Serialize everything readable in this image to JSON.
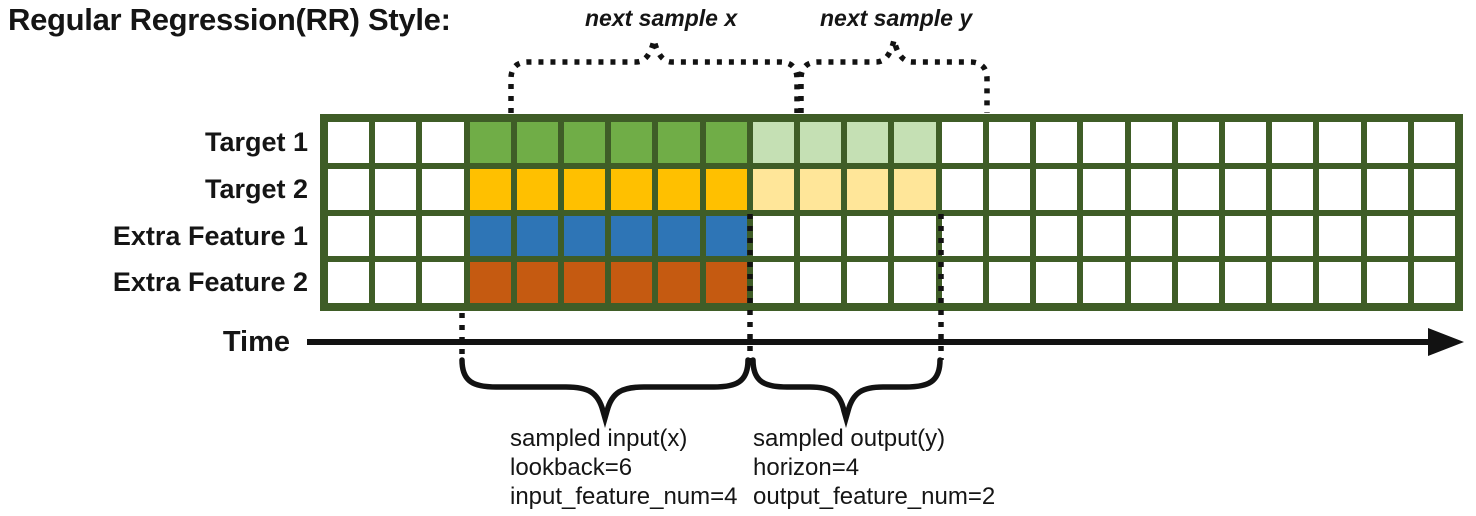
{
  "title": "Regular Regression(RR) Style:",
  "annotations": {
    "next_sample_x": "next sample x",
    "next_sample_y": "next sample y"
  },
  "axis": {
    "time_label": "Time"
  },
  "grid": {
    "columns": 24,
    "segments": {
      "lead_white": 3,
      "input": 6,
      "output": 4,
      "trail_white": 11
    },
    "rows": [
      {
        "label": "Target 1",
        "input_color": "green",
        "output_color": "light_green"
      },
      {
        "label": "Target 2",
        "input_color": "yellow",
        "output_color": "light_yellow"
      },
      {
        "label": "Extra Feature 1",
        "input_color": "blue",
        "output_color": "white"
      },
      {
        "label": "Extra Feature 2",
        "input_color": "orange",
        "output_color": "white"
      }
    ]
  },
  "sample_input": {
    "lines": [
      "sampled input(x)",
      "lookback=6",
      "input_feature_num=4"
    ]
  },
  "sample_output": {
    "lines": [
      "sampled output(y)",
      "horizon=4",
      "output_feature_num=2"
    ]
  },
  "palette": {
    "grid_border": "#3f5d27",
    "green": "#70ad47",
    "light_green": "#c5e0b4",
    "yellow": "#ffc000",
    "light_yellow": "#ffe699",
    "blue": "#2e75b6",
    "orange": "#c55a11",
    "white": "#ffffff",
    "line_black": "#121212"
  }
}
